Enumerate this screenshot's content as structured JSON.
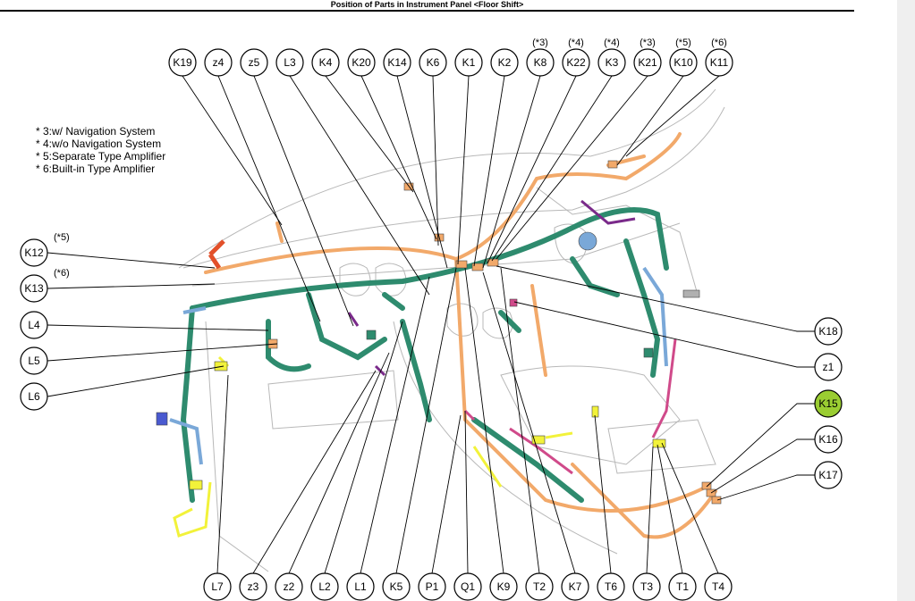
{
  "title": "Position of Parts in Instrument Panel <Floor Shift>",
  "legend": [
    "* 3:w/ Navigation System",
    "* 4:w/o Navigation System",
    "* 5:Separate Type Amplifier",
    "* 6:Built-in Type Amplifier"
  ],
  "highlight_color": "#9acd32",
  "harness_colors": {
    "main": "#2e8b6e",
    "orange": "#f2a96a",
    "yellow": "#f2f23a",
    "blue": "#7aa8d8",
    "purple": "#7a2a8a",
    "pink": "#d04a8a",
    "red": "#e2502a"
  },
  "top_labels": [
    {
      "text": "K19",
      "note": ""
    },
    {
      "text": "z4",
      "note": ""
    },
    {
      "text": "z5",
      "note": ""
    },
    {
      "text": "L3",
      "note": ""
    },
    {
      "text": "K4",
      "note": ""
    },
    {
      "text": "K20",
      "note": ""
    },
    {
      "text": "K14",
      "note": ""
    },
    {
      "text": "K6",
      "note": ""
    },
    {
      "text": "K1",
      "note": ""
    },
    {
      "text": "K2",
      "note": ""
    },
    {
      "text": "K8",
      "note": "(*3)"
    },
    {
      "text": "K22",
      "note": "(*4)"
    },
    {
      "text": "K3",
      "note": "(*4)"
    },
    {
      "text": "K21",
      "note": "(*3)"
    },
    {
      "text": "K10",
      "note": "(*5)"
    },
    {
      "text": "K11",
      "note": "(*6)"
    }
  ],
  "left_labels": [
    {
      "text": "K12",
      "note": "(*5)"
    },
    {
      "text": "K13",
      "note": "(*6)"
    },
    {
      "text": "L4",
      "note": ""
    },
    {
      "text": "L5",
      "note": ""
    },
    {
      "text": "L6",
      "note": ""
    }
  ],
  "right_labels": [
    {
      "text": "K18",
      "highlight": false
    },
    {
      "text": "z1",
      "highlight": false
    },
    {
      "text": "K15",
      "highlight": true
    },
    {
      "text": "K16",
      "highlight": false
    },
    {
      "text": "K17",
      "highlight": false
    }
  ],
  "bottom_labels": [
    "L7",
    "z3",
    "z2",
    "L2",
    "L1",
    "K5",
    "P1",
    "Q1",
    "K9",
    "T2",
    "K7",
    "T6",
    "T3",
    "T1",
    "T4"
  ]
}
